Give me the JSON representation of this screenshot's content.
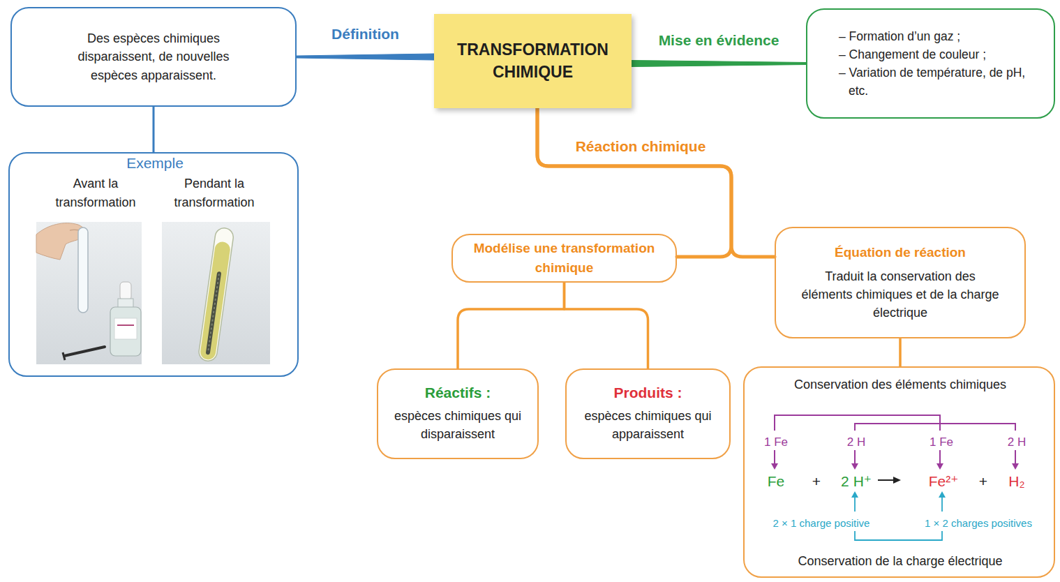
{
  "diagram": {
    "nodes": [
      {
        "text": [
          "TRANSFORMATION CHIMIQUE"
        ]
      },
      {
        "text": [
          "Des espèces chimiques disparaissent, de nouvelles espèces apparaissent."
        ]
      },
      {
        "text": [
          "– Formation d’un gaz ;",
          "– Changement de couleur ;",
          "– Variation de température, de pH, etc."
        ]
      },
      {
        "text": [
          "Exemple",
          "Avant la transformation",
          "Pendant la transformation"
        ]
      },
      {
        "text": [
          "Modélise une transformation chimique"
        ]
      },
      {
        "text": [
          "Équation de réaction",
          "Traduit la conservation des éléments chimiques et de la charge électrique"
        ]
      },
      {
        "text": [
          "Réactifs :",
          "espèces chimiques qui disparaissent"
        ]
      },
      {
        "text": [
          "Produits :",
          "espèces chimiques qui apparaissent"
        ]
      },
      {
        "text": [
          "Conservation des éléments chimiques",
          "1 Fe",
          "2 H",
          "1 Fe",
          "2 H",
          "Fe",
          "+",
          "2 H⁺",
          "Fe²⁺",
          "+",
          "H₂",
          "2 × 1 charge positive",
          "1 × 2 charges positives",
          "Conservation de la charge électrique"
        ]
      }
    ],
    "edges": [
      {
        "from": 0,
        "to": 1,
        "arrow": "none",
        "label": "Définition"
      },
      {
        "from": 0,
        "to": 2,
        "arrow": "none",
        "label": "Mise en évidence"
      },
      {
        "from": 1,
        "to": 3,
        "arrow": "none"
      },
      {
        "from": 0,
        "to": 4,
        "arrow": "none",
        "label": "Réaction chimique"
      },
      {
        "from": 0,
        "to": 5,
        "arrow": "none"
      },
      {
        "from": 4,
        "to": 6,
        "arrow": "none"
      },
      {
        "from": 4,
        "to": 7,
        "arrow": "none"
      },
      {
        "from": 5,
        "to": 8,
        "arrow": "none"
      }
    ]
  }
}
